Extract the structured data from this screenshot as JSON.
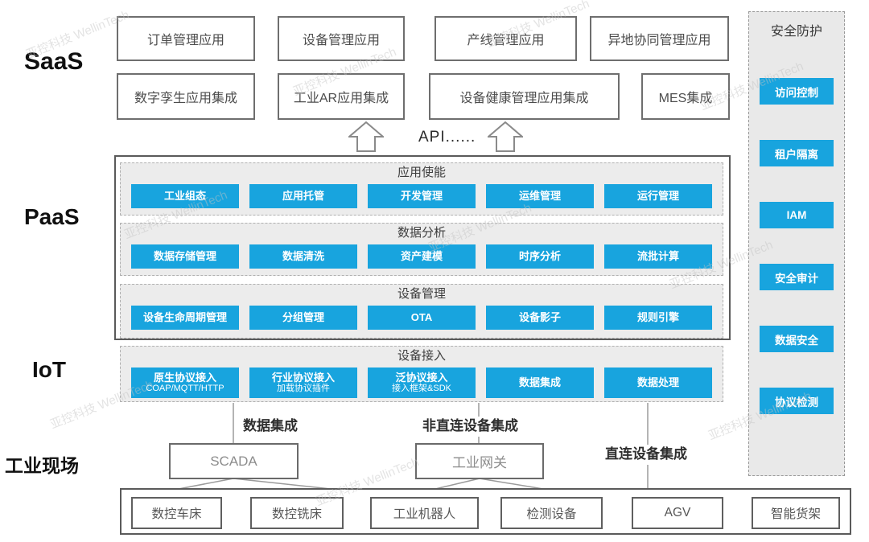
{
  "watermark": "亚控科技 WellinTech",
  "layers": {
    "saas": "SaaS",
    "paas": "PaaS",
    "iot": "IoT",
    "field": "工业现场"
  },
  "saas": {
    "row1": [
      "订单管理应用",
      "设备管理应用",
      "产线管理应用",
      "异地协同管理应用"
    ],
    "row2": [
      "数字孪生应用集成",
      "工业AR应用集成",
      "设备健康管理应用集成",
      "MES集成"
    ],
    "api_label": "API......"
  },
  "paas": {
    "groups": [
      {
        "title": "应用使能",
        "items": [
          "工业组态",
          "应用托管",
          "开发管理",
          "运维管理",
          "运行管理"
        ]
      },
      {
        "title": "数据分析",
        "items": [
          "数据存储管理",
          "数据清洗",
          "资产建模",
          "时序分析",
          "流批计算"
        ]
      },
      {
        "title": "设备管理",
        "items": [
          "设备生命周期管理",
          "分组管理",
          "OTA",
          "设备影子",
          "规则引擎"
        ]
      }
    ]
  },
  "iot": {
    "group_title": "设备接入",
    "items": [
      {
        "title": "原生协议接入",
        "subtitle": "COAP/MQTT/HTTP"
      },
      {
        "title": "行业协议接入",
        "subtitle": "加载协议插件"
      },
      {
        "title": "泛协议接入",
        "subtitle": "接入框架&SDK"
      },
      {
        "title": "数据集成",
        "subtitle": ""
      },
      {
        "title": "数据处理",
        "subtitle": ""
      }
    ]
  },
  "connections": {
    "left_label": "数据集成",
    "middle_label": "非直连设备集成",
    "right_label": "直连设备集成"
  },
  "field": {
    "gateways": [
      "SCADA",
      "工业网关"
    ],
    "devices": [
      "数控车床",
      "数控铣床",
      "工业机器人",
      "检测设备",
      "AGV",
      "智能货架"
    ]
  },
  "security": {
    "title": "安全防护",
    "items": [
      "访问控制",
      "租户隔离",
      "IAM",
      "安全审计",
      "数据安全",
      "协议检测"
    ]
  },
  "colors": {
    "accent": "#18a4de",
    "panel_bg": "#ececec"
  }
}
